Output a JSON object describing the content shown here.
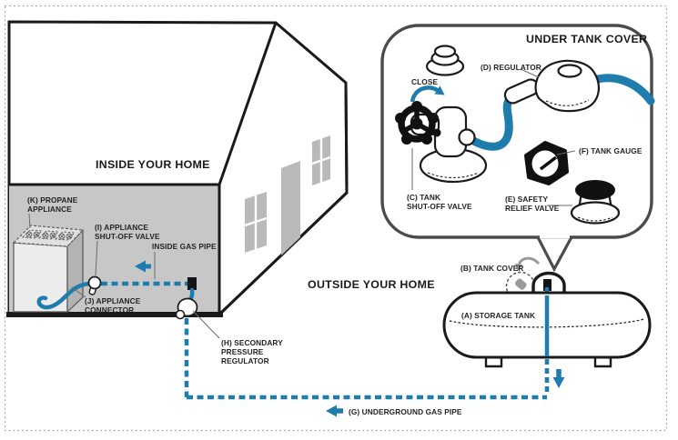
{
  "sections": {
    "inside_home": "INSIDE YOUR HOME",
    "outside_home": "OUTSIDE YOUR HOME",
    "under_tank_cover": "UNDER TANK COVER"
  },
  "labels": {
    "storage_tank": "(A) STORAGE TANK",
    "tank_cover": "(B) TANK COVER",
    "tank_shut_off_valve": [
      "(C) TANK",
      "SHUT-OFF VALVE"
    ],
    "regulator": "(D) REGULATOR",
    "safety_relief_valve": [
      "(E) SAFETY",
      "RELIEF VALVE"
    ],
    "tank_gauge": "(F) TANK GAUGE",
    "underground_gas_pipe": "(G) UNDERGROUND GAS PIPE",
    "secondary_pressure_regulator": [
      "(H) SECONDARY",
      "PRESSURE",
      "REGULATOR"
    ],
    "appliance_shut_off_valve": [
      "(I) APPLIANCE",
      "SHUT-OFF VALVE"
    ],
    "appliance_connector": [
      "(J) APPLIANCE",
      "CONNECTOR"
    ],
    "propane_appliance": [
      "(K) PROPANE",
      "APPLIANCE"
    ],
    "inside_gas_pipe": "INSIDE GAS PIPE",
    "close": "CLOSE"
  },
  "colors": {
    "pipe_blue": "#1f7dae",
    "wall_gray": "#c7c7c7",
    "appliance_side_gray": "#b3b3b3",
    "window_door_gray": "#b9b9b9",
    "outline_black": "#1a1a1a",
    "bubble_border": "#4b4b4b",
    "rotate_arrow_gray": "#9a9a9a",
    "label_text": "#232323"
  }
}
